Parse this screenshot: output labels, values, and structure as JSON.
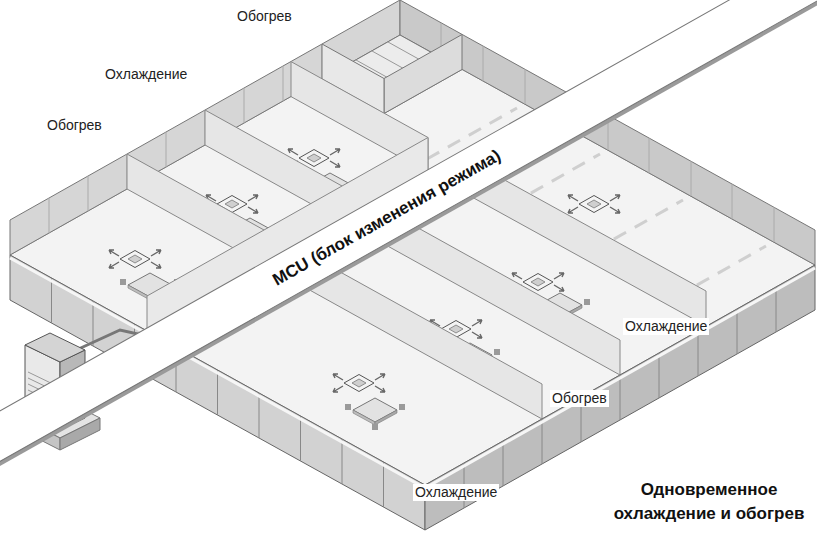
{
  "diagram": {
    "title": "Одновременное охлаждение и обогрев",
    "nodes": [
      {
        "text": [
          "MCU (блок изменения режима)"
        ]
      }
    ],
    "labels": [
      "Обогрев",
      "Охлаждение",
      "Обогрев",
      "Охлаждение",
      "Обогрев",
      "Охлаждение"
    ]
  }
}
